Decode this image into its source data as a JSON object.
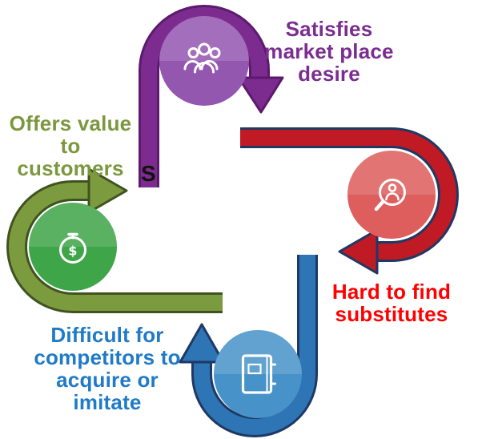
{
  "diagram": {
    "background_color": "#ffffff",
    "center_fragment": "S",
    "labels": {
      "satisfies": {
        "text": "Satisfies market place desire",
        "lines": [
          "Satisfies",
          "market place",
          "desire"
        ],
        "color": "#7B2D90"
      },
      "offers": {
        "text": "Offers value to customers",
        "lines": [
          "Offers value",
          "to",
          "customers"
        ],
        "color": "#7C973F"
      },
      "hard": {
        "text": "Hard to find substitutes",
        "lines": [
          "Hard to find",
          "substitutes"
        ],
        "color": "#FF0000"
      },
      "difficult": {
        "text": "Difficult for competitors to acquire or imitate",
        "lines": [
          "Difficult for",
          "competitors to",
          "acquire or",
          "imitate"
        ],
        "color": "#1F7AC8"
      }
    },
    "nodes": {
      "market_place": {
        "icon": "people-group-icon",
        "circle_color": "#9457B0",
        "arrow_color": "#7C2B8E",
        "arrow_outline_color": "#5C1A6E"
      },
      "substitutes": {
        "icon": "search-person-icon",
        "circle_color": "#DE5E5E",
        "arrow_color": "#C01A24",
        "arrow_outline_color": "#203864"
      },
      "imitate": {
        "icon": "notebook-icon",
        "circle_color": "#4793C9",
        "arrow_color": "#2E75B6",
        "arrow_outline_color": "#1F3864"
      },
      "customer_value": {
        "icon": "stopwatch-dollar-icon",
        "circle_color": "#3FA549",
        "arrow_color": "#7C9A3E",
        "arrow_outline_color": "#3F5321",
        "dollar_symbol": "$"
      }
    }
  }
}
